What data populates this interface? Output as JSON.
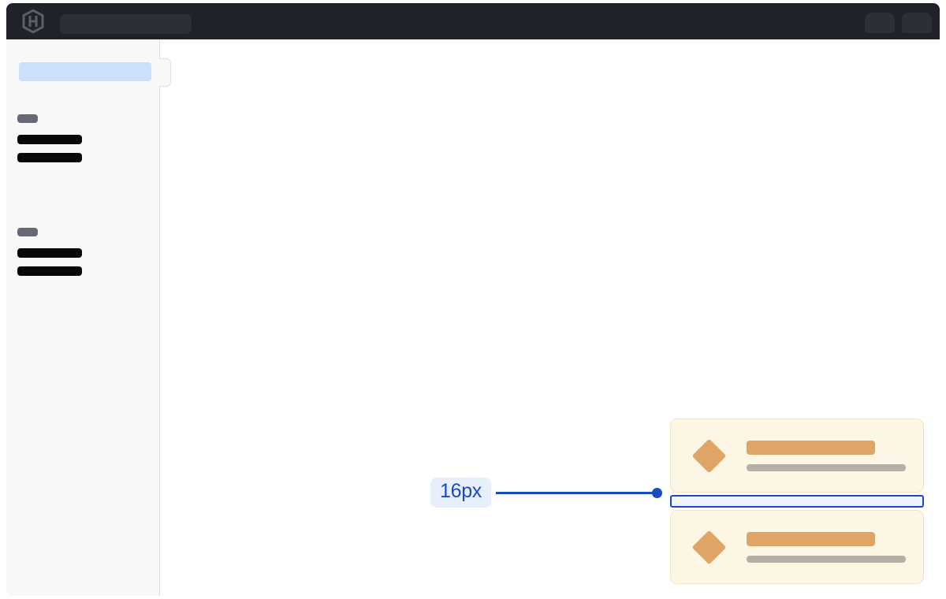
{
  "window": {
    "name": "design-spec-viewer",
    "background": "#ffffff"
  },
  "topbar": {
    "background": "#1f2329",
    "logo_icon": "hashicorp-hexagon-logo-icon",
    "search": {
      "name": "global-search-input",
      "value": "",
      "placeholder": ""
    },
    "right_actions": [
      {
        "name": "topbar-action-1",
        "label": ""
      },
      {
        "name": "topbar-action-2",
        "label": ""
      }
    ]
  },
  "sidebar": {
    "background": "#f8f8f9",
    "highlight_color": "#cce0fb",
    "collapse_handle": {
      "name": "sidebar-collapse-handle",
      "label": ""
    },
    "active_item": {
      "name": "sidebar-active-item",
      "label": ""
    },
    "groups": [
      {
        "label": "",
        "items": [
          {
            "label": ""
          },
          {
            "label": ""
          }
        ]
      },
      {
        "label": "",
        "items": [
          {
            "label": ""
          },
          {
            "label": ""
          }
        ]
      }
    ]
  },
  "main": {
    "cards": [
      {
        "icon": "diamond-icon",
        "title": "",
        "subtitle": "",
        "accent_color": "#dea567",
        "background": "#fdf6e4"
      },
      {
        "icon": "diamond-icon",
        "title": "",
        "subtitle": "",
        "accent_color": "#dea567",
        "background": "#fdf6e4"
      }
    ],
    "spacing_measurement": {
      "value": "16px",
      "accent_color": "#1b49c4",
      "badge_background": "#e7effc",
      "highlight_fill": "#eef3fd"
    }
  }
}
